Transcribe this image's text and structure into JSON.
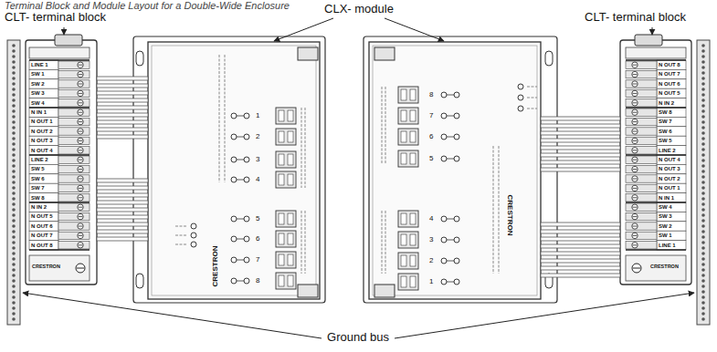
{
  "diagram": {
    "title": "Terminal Block and Module Layout for a Double-Wide Enclosure",
    "labels": [
      "CLT- terminal block",
      "CLX- module",
      "CLT- terminal block",
      "LINE 1",
      "SW 1",
      "SW 2",
      "SW 3",
      "SW 4",
      "N IN 1",
      "N OUT 1",
      "N OUT 2",
      "N OUT 3",
      "N OUT 4",
      "LINE 2",
      "SW 5",
      "SW 6",
      "SW 7",
      "SW 8",
      "N IN 2",
      "N OUT 5",
      "N OUT 6",
      "N OUT 7",
      "N OUT 8",
      "1",
      "2",
      "3",
      "4",
      "5",
      "6",
      "7",
      "8",
      "CRESTRON",
      "CRESTRON",
      "8",
      "7",
      "6",
      "5",
      "4",
      "3",
      "2",
      "1",
      "CRESTRON",
      "N OUT 8",
      "N OUT 7",
      "N OUT 6",
      "N OUT 5",
      "N IN 2",
      "SW 8",
      "SW 7",
      "SW 6",
      "SW 5",
      "LINE 2",
      "N OUT 4",
      "N OUT 3",
      "N OUT 2",
      "N OUT 1",
      "N IN 1",
      "SW 4",
      "SW 3",
      "SW 2",
      "SW 1",
      "LINE 1",
      "CRESTRON",
      "Ground bus"
    ]
  }
}
